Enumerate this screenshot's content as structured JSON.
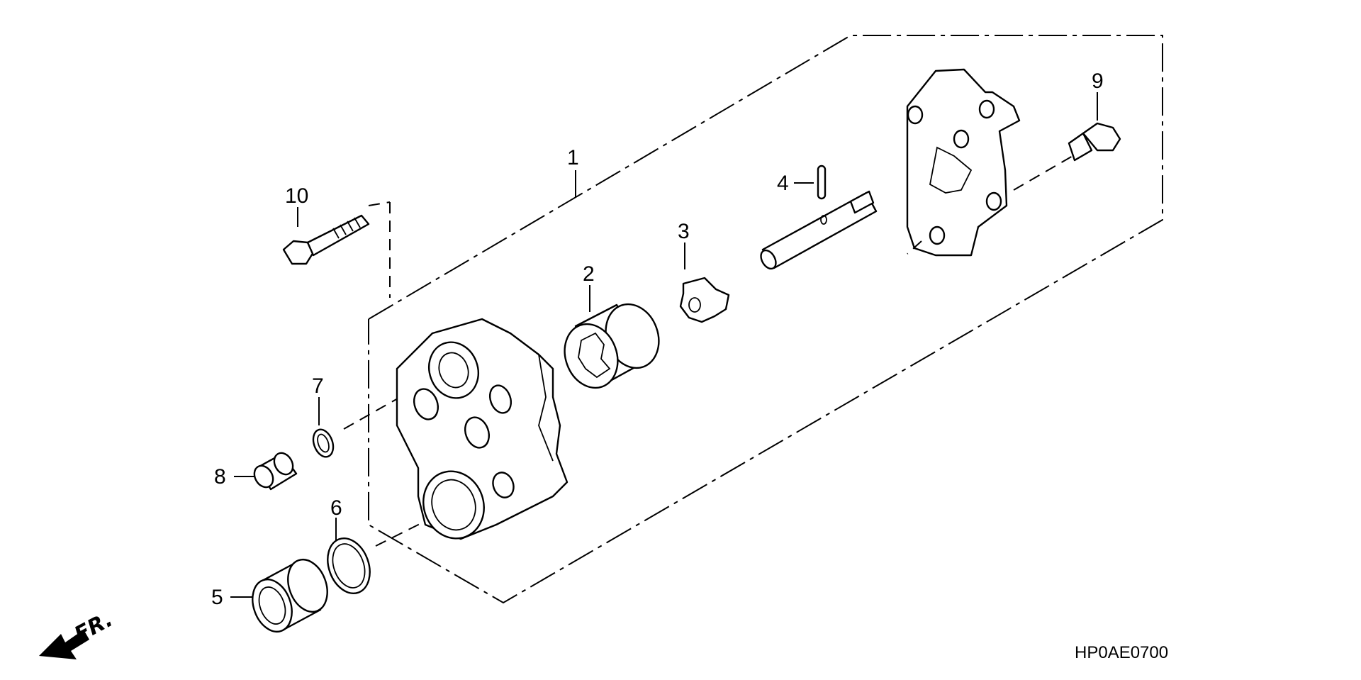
{
  "diagram": {
    "callouts": [
      "1",
      "2",
      "3",
      "4",
      "5",
      "6",
      "7",
      "8",
      "9",
      "10"
    ],
    "diagram_code": "HP0AE0700",
    "direction_label": "FR."
  },
  "icons": {
    "front_arrow": "arrow-down-left-icon"
  }
}
